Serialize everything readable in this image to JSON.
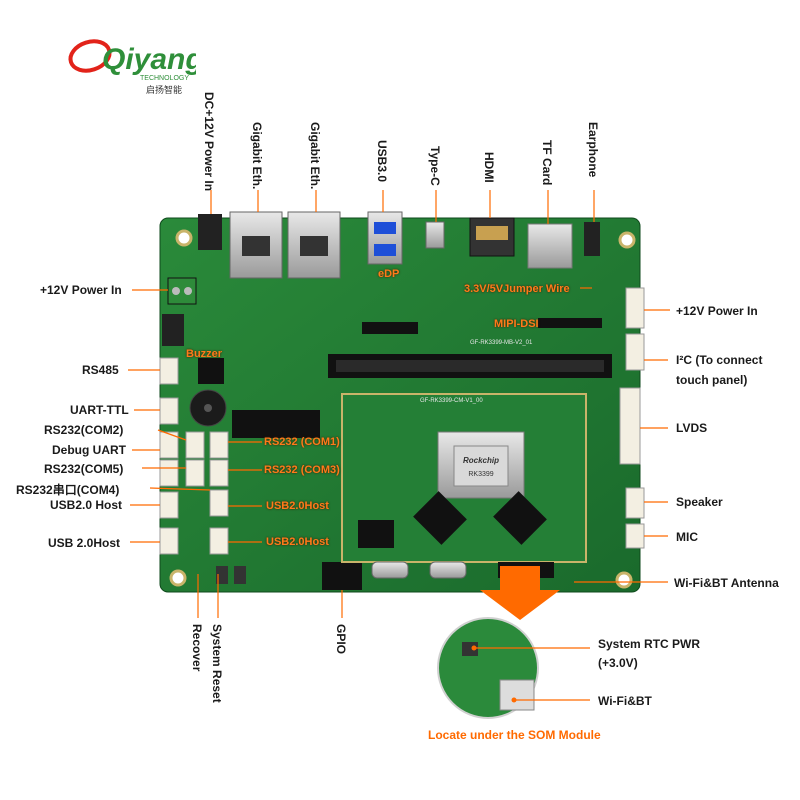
{
  "logo": {
    "brand": "Qiyang",
    "sub": "TECHNOLOGY",
    "cn": "启扬智能"
  },
  "top_labels": [
    "DC+12V Power In",
    "Gigabit Eth.",
    "Gigabit Eth.",
    "USB3.0",
    "Type-C",
    "HDMI",
    "TF Card",
    "Earphone"
  ],
  "left_labels": [
    "+12V Power In",
    "RS485",
    "UART-TTL",
    "RS232(COM2)",
    "Debug UART",
    "RS232(COM5)",
    "RS232串口(COM4)",
    "USB2.0 Host",
    "USB 2.0Host"
  ],
  "right_labels": [
    "+12V Power In",
    "I²C (To connect",
    "touch panel)",
    "LVDS",
    "Speaker",
    "MIC",
    "Wi-Fi&BT Antenna"
  ],
  "bottom_labels": [
    "Recover",
    "System  Reset",
    "GPIO"
  ],
  "board_labels": {
    "edp": "eDP",
    "jumper": "3.3V/5VJumper Wire",
    "mipi": "MIPI-DSI",
    "buzzer": "Buzzer",
    "com1": "RS232  (COM1)",
    "com3": "RS232  (COM3)",
    "usb_a": "USB2.0Host",
    "usb_b": "USB2.0Host"
  },
  "silkscreen": {
    "board": "GF-RK3399-MB-V2_01",
    "som": "GF-RK3399-CM-V1_00",
    "chip_brand": "Rockchip",
    "chip_model": "RK3399"
  },
  "inset": {
    "rtc_1": "System RTC PWR",
    "rtc_2": "(+3.0V)",
    "wifi": "Wi-Fi&BT",
    "caption": "Locate under the SOM Module"
  },
  "colors": {
    "board": "#1f7a32",
    "board_dark": "#155c25",
    "accent": "#ff6a00",
    "logo_red": "#e2231a",
    "logo_green": "#2f8f3a"
  }
}
